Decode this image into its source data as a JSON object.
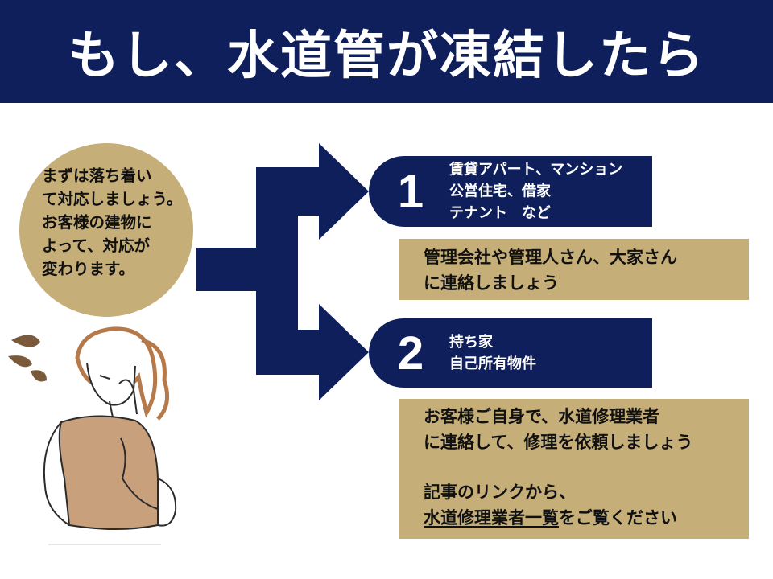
{
  "header": {
    "title": "もし、水道管が凍結したら"
  },
  "bubble": {
    "text": "まずは落ち着い\nて対応しましょう。\nお客様の建物に\nよって、対応が\n変わります。"
  },
  "case1": {
    "number": "1",
    "lines": [
      "賃貸アパート、マンション",
      "公営住宅、借家",
      "テナント　など"
    ],
    "advice": [
      "管理会社や管理人さん、大家さん",
      "に連絡しましょう"
    ]
  },
  "case2": {
    "number": "2",
    "lines": [
      "持ち家",
      "自己所有物件"
    ],
    "advice": [
      "お客様ご自身で、水道修理業者",
      "に連絡して、修理を依頼しましょう"
    ],
    "link_intro": "記事のリンクから、",
    "link_text": "水道修理業者一覧",
    "link_suffix": "をご覧ください"
  },
  "colors": {
    "navy": "#0f1f5c",
    "gold": "#c6ae78",
    "skin_shirt": "#c9a07c"
  },
  "icons": [
    "branch-arrow-icon",
    "worried-woman-illustration",
    "sweat-drops-icon"
  ]
}
